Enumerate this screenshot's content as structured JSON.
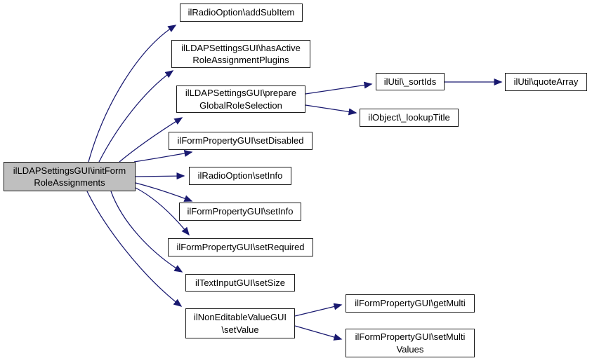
{
  "diagram": {
    "type": "call-graph",
    "background_color": "#ffffff",
    "edge_color": "#191970",
    "node_border_color": "#1c1c1c",
    "node_fill_color": "#ffffff",
    "highlighted_node_fill": "#bfbfbf",
    "text_color": "#000000",
    "nodes": [
      {
        "id": "initFormRoleAssignments",
        "highlighted": true,
        "lines": [
          "ilLDAPSettingsGUI\\initForm",
          "RoleAssignments"
        ]
      },
      {
        "id": "addSubItem",
        "highlighted": false,
        "lines": [
          "ilRadioOption\\addSubItem"
        ]
      },
      {
        "id": "hasActiveRoleAssignmentPlugins",
        "highlighted": false,
        "lines": [
          "ilLDAPSettingsGUI\\hasActive",
          "RoleAssignmentPlugins"
        ]
      },
      {
        "id": "prepareGlobalRoleSelection",
        "highlighted": false,
        "lines": [
          "ilLDAPSettingsGUI\\prepare",
          "GlobalRoleSelection"
        ]
      },
      {
        "id": "setDisabled",
        "highlighted": false,
        "lines": [
          "ilFormPropertyGUI\\setDisabled"
        ]
      },
      {
        "id": "radioSetInfo",
        "highlighted": false,
        "lines": [
          "ilRadioOption\\setInfo"
        ]
      },
      {
        "id": "formSetInfo",
        "highlighted": false,
        "lines": [
          "ilFormPropertyGUI\\setInfo"
        ]
      },
      {
        "id": "setRequired",
        "highlighted": false,
        "lines": [
          "ilFormPropertyGUI\\setRequired"
        ]
      },
      {
        "id": "setSize",
        "highlighted": false,
        "lines": [
          "ilTextInputGUI\\setSize"
        ]
      },
      {
        "id": "setValue",
        "highlighted": false,
        "lines": [
          "ilNonEditableValueGUI",
          "\\setValue"
        ]
      },
      {
        "id": "sortIds",
        "highlighted": false,
        "lines": [
          "ilUtil\\_sortIds"
        ]
      },
      {
        "id": "quoteArray",
        "highlighted": false,
        "lines": [
          "ilUtil\\quoteArray"
        ]
      },
      {
        "id": "lookupTitle",
        "highlighted": false,
        "lines": [
          "ilObject\\_lookupTitle"
        ]
      },
      {
        "id": "getMulti",
        "highlighted": false,
        "lines": [
          "ilFormPropertyGUI\\getMulti"
        ]
      },
      {
        "id": "setMultiValues",
        "highlighted": false,
        "lines": [
          "ilFormPropertyGUI\\setMulti",
          "Values"
        ]
      }
    ],
    "edges": [
      {
        "from": "initFormRoleAssignments",
        "to": "addSubItem"
      },
      {
        "from": "initFormRoleAssignments",
        "to": "hasActiveRoleAssignmentPlugins"
      },
      {
        "from": "initFormRoleAssignments",
        "to": "prepareGlobalRoleSelection"
      },
      {
        "from": "initFormRoleAssignments",
        "to": "setDisabled"
      },
      {
        "from": "initFormRoleAssignments",
        "to": "radioSetInfo"
      },
      {
        "from": "initFormRoleAssignments",
        "to": "formSetInfo"
      },
      {
        "from": "initFormRoleAssignments",
        "to": "setRequired"
      },
      {
        "from": "initFormRoleAssignments",
        "to": "setSize"
      },
      {
        "from": "initFormRoleAssignments",
        "to": "setValue"
      },
      {
        "from": "prepareGlobalRoleSelection",
        "to": "sortIds"
      },
      {
        "from": "prepareGlobalRoleSelection",
        "to": "lookupTitle"
      },
      {
        "from": "sortIds",
        "to": "quoteArray"
      },
      {
        "from": "setValue",
        "to": "getMulti"
      },
      {
        "from": "setValue",
        "to": "setMultiValues"
      }
    ]
  }
}
